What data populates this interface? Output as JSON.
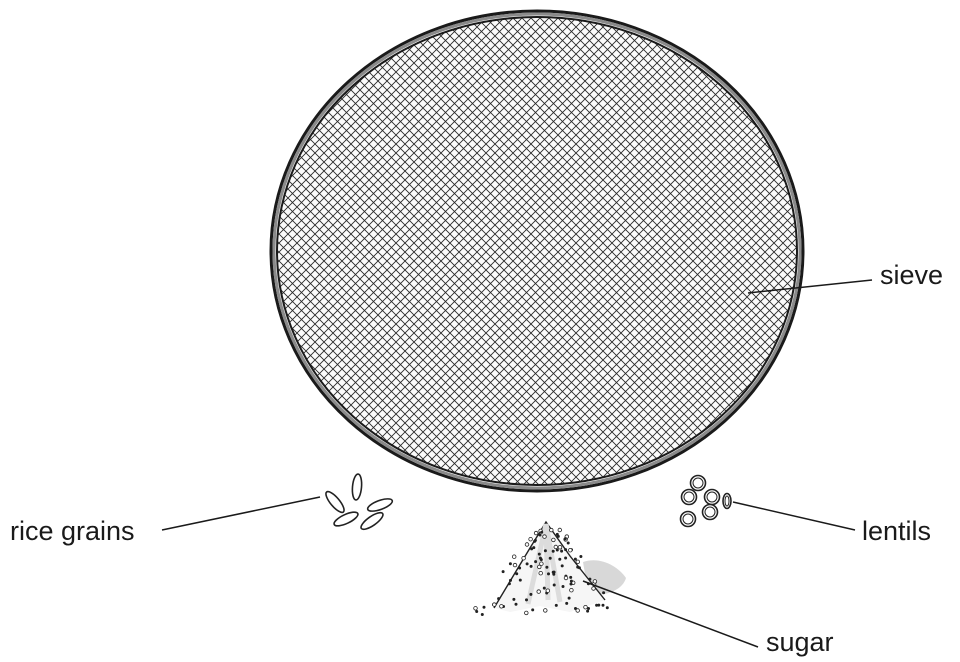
{
  "labels": {
    "sieve": "sieve",
    "rice": "rice grains",
    "lentils": "lentils",
    "sugar": "sugar"
  },
  "colors": {
    "ink": "#1a1a1a",
    "mesh": "#2a2a2a",
    "rim": "#555555",
    "sugar_shadow": "#d8d8d8"
  },
  "icons": [
    "sieve-icon",
    "rice-grain-icon",
    "lentil-icon",
    "sugar-pile-icon"
  ]
}
